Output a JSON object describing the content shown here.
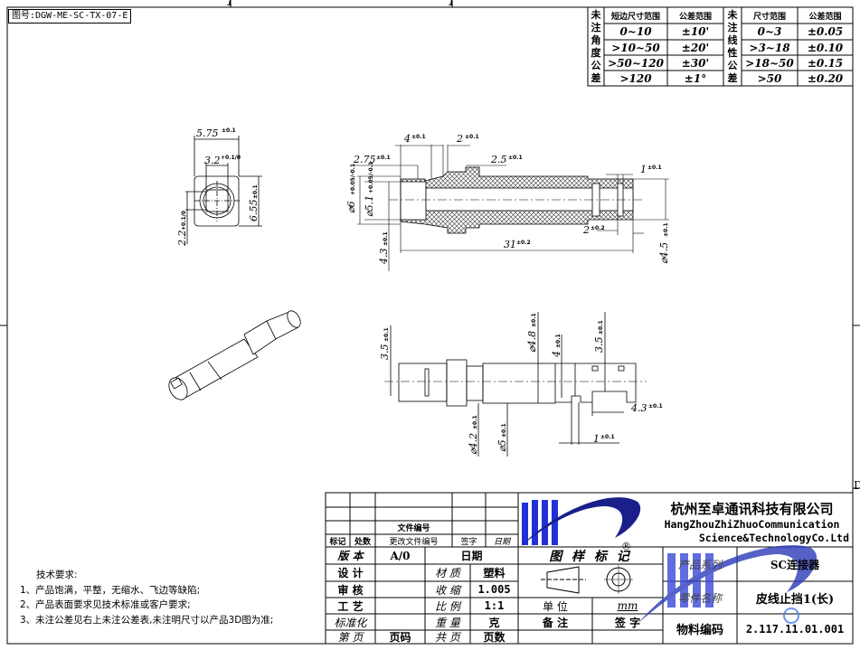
{
  "drawing_number": "图号:DGW-ME-SC-TX-07-E",
  "border_marks": {
    "col1": "1",
    "col2": "1",
    "row_mark": "D"
  },
  "tolerance_table": {
    "angle_label": [
      "未",
      "注",
      "角",
      "度",
      "公",
      "差"
    ],
    "angle_headers": [
      "短边尺寸范围",
      "公差范围"
    ],
    "angle_rows": [
      [
        "0~10",
        "±10'"
      ],
      [
        ">10~50",
        "±20'"
      ],
      [
        ">50~120",
        "±30'"
      ],
      [
        ">120",
        "±1°"
      ]
    ],
    "linear_label": [
      "未",
      "注",
      "线",
      "性",
      "公",
      "差"
    ],
    "linear_headers": [
      "尺寸范围",
      "公差范围"
    ],
    "linear_rows": [
      [
        "0~3",
        "±0.05"
      ],
      [
        ">3~18",
        "±0.10"
      ],
      [
        ">18~50",
        "±0.15"
      ],
      [
        ">50",
        "±0.20"
      ]
    ]
  },
  "dimensions": {
    "end_view": {
      "width": "5.75",
      "width_tol": "±0.1",
      "slot": "3.2",
      "slot_tol": "+0.1/0",
      "height": "6.55",
      "height_tol": "±0.1",
      "offset": "2.2",
      "offset_tol": "+0.1/0"
    },
    "section_view": {
      "d1": "4",
      "d1_tol": "±0.1",
      "d2": "2",
      "d2_tol": "±0.1",
      "d3": "2.75",
      "d3_tol": "±0.1",
      "d4": "2.5",
      "d4_tol": "±0.1",
      "d5": "1",
      "d5_tol": "±0.1",
      "dia_outer": "⌀6",
      "dia_outer_tol": "+0.05/-0.1",
      "dia_inner": "⌀5.1",
      "dia_inner_tol": "+0.05/-0.1",
      "length": "31",
      "length_tol": "±0.2",
      "d6": "2",
      "d6_tol": "±0.2",
      "dia_end": "⌀4.5",
      "dia_end_tol": "±0.1",
      "d7": "4.3",
      "d7_tol": "±0.1"
    },
    "side_view": {
      "h1": "3.5",
      "h1_tol": "±0.1",
      "dia48": "⌀4.8",
      "dia48_tol": "±0.1",
      "h4": "4",
      "h4_tol": "±0.1",
      "h35": "3.5",
      "h35_tol": "±0.1",
      "dia42": "⌀4.2",
      "dia42_tol": "±0.1",
      "dia5": "⌀5",
      "dia5_tol": "±0.1",
      "w43": "4.3",
      "w43_tol": "±0.1",
      "w1": "1",
      "w1_tol": "±0.1"
    }
  },
  "notes": {
    "title": "技术要求:",
    "items": [
      "1、产品饱满，平整，无缩水、飞边等缺陷;",
      "2、产品表面要求见技术标准或客户要求;",
      "3、未注公差见右上未注公差表,未注明尺寸以产品3D图为准;"
    ]
  },
  "title_block": {
    "revision": {
      "file_no": "文件编号",
      "headers": [
        "标记",
        "处数",
        "更改文件编号",
        "签字",
        "日期"
      ]
    },
    "company_cn": "杭州至卓通讯科技有限公司",
    "company_en1": "HangZhouZhiZhuoCommunication",
    "company_en2": "Science&TechnologyCo.Ltd",
    "logo_mark": "®",
    "version_label": "版 本",
    "version_value": "A/0",
    "date_label": "日期",
    "design_label": "设 计",
    "material_label": "材 质",
    "material_value": "塑料",
    "review_label": "审 核",
    "shrink_label": "收 缩",
    "shrink_value": "1.005",
    "process_label": "工 艺",
    "scale_label": "比 例",
    "scale_value": "1:1",
    "standard_label": "标准化",
    "weight_label": "重 量",
    "weight_value": "克",
    "page_label": "第 页",
    "page_value": "页码",
    "total_label": "共 页",
    "total_value": "页数",
    "marks_label": "图 样 标 记",
    "unit_label": "单 位",
    "unit_value": "mm",
    "remark_label": "备 注",
    "sign_label": "签 字",
    "series_label": "产品系列",
    "series_value": "SC连接器",
    "part_label": "零件名称",
    "part_value": "皮线止挡1(长)",
    "material_code_label": "物料编码",
    "material_code_value": "2.117.11.01.001"
  },
  "colors": {
    "logo_blue": "#2230d8",
    "logo_swoosh": "#1a1f8a",
    "line": "#000000"
  }
}
